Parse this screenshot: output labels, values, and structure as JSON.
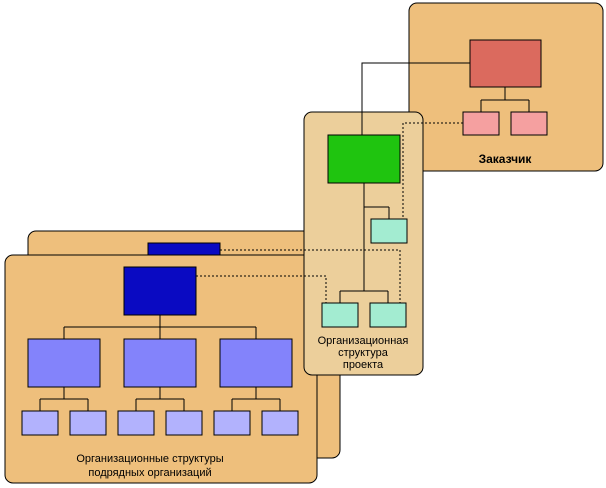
{
  "labels": {
    "customer": "Заказчик",
    "project_line1": "Организационная",
    "project_line2": "структура",
    "project_line3": "проекта",
    "contractors_line1": "Организационные структуры",
    "contractors_line2": "подрядных организаций"
  },
  "colors": {
    "panel_fill": "#eebf7c",
    "project_panel_fill": "#eccf9b",
    "customer_top": "#db6a5e",
    "customer_sub": "#f5a0a0",
    "project_top": "#1fc40f",
    "project_sub": "#a3ecd1",
    "contractor_top": "#0a0ac2",
    "contractor_mid": "#8383fb",
    "contractor_low": "#b2b2fd"
  }
}
